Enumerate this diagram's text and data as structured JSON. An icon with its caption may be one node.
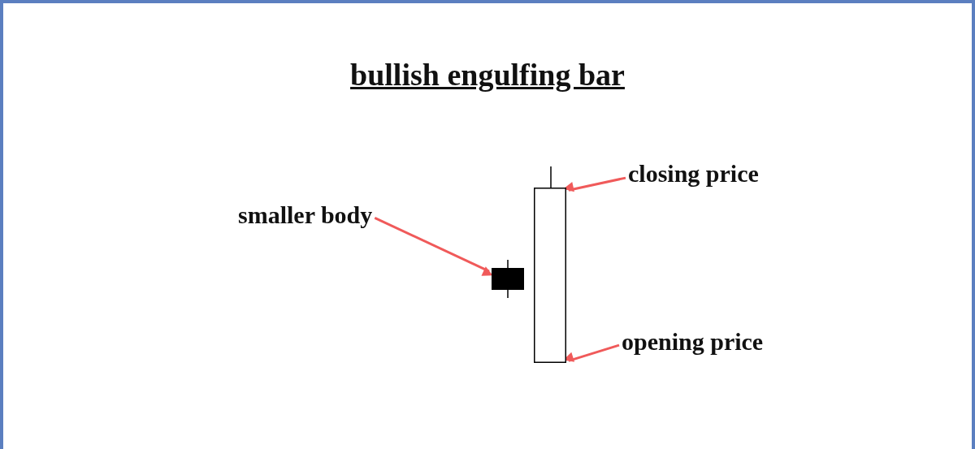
{
  "diagram": {
    "title": "bullish engulfing bar",
    "nodes": [
      {
        "text": [
          "smaller body"
        ]
      },
      {
        "text": [
          "closing price"
        ]
      },
      {
        "text": [
          "opening price"
        ]
      },
      {
        "text": [],
        "shape": "bar"
      },
      {
        "text": [],
        "shape": "bar"
      }
    ],
    "edges": [
      {
        "from": 0,
        "to": 3,
        "arrow": "to"
      },
      {
        "from": 1,
        "to": 4,
        "arrow": "to"
      },
      {
        "from": 2,
        "to": 4,
        "arrow": "to"
      }
    ]
  }
}
